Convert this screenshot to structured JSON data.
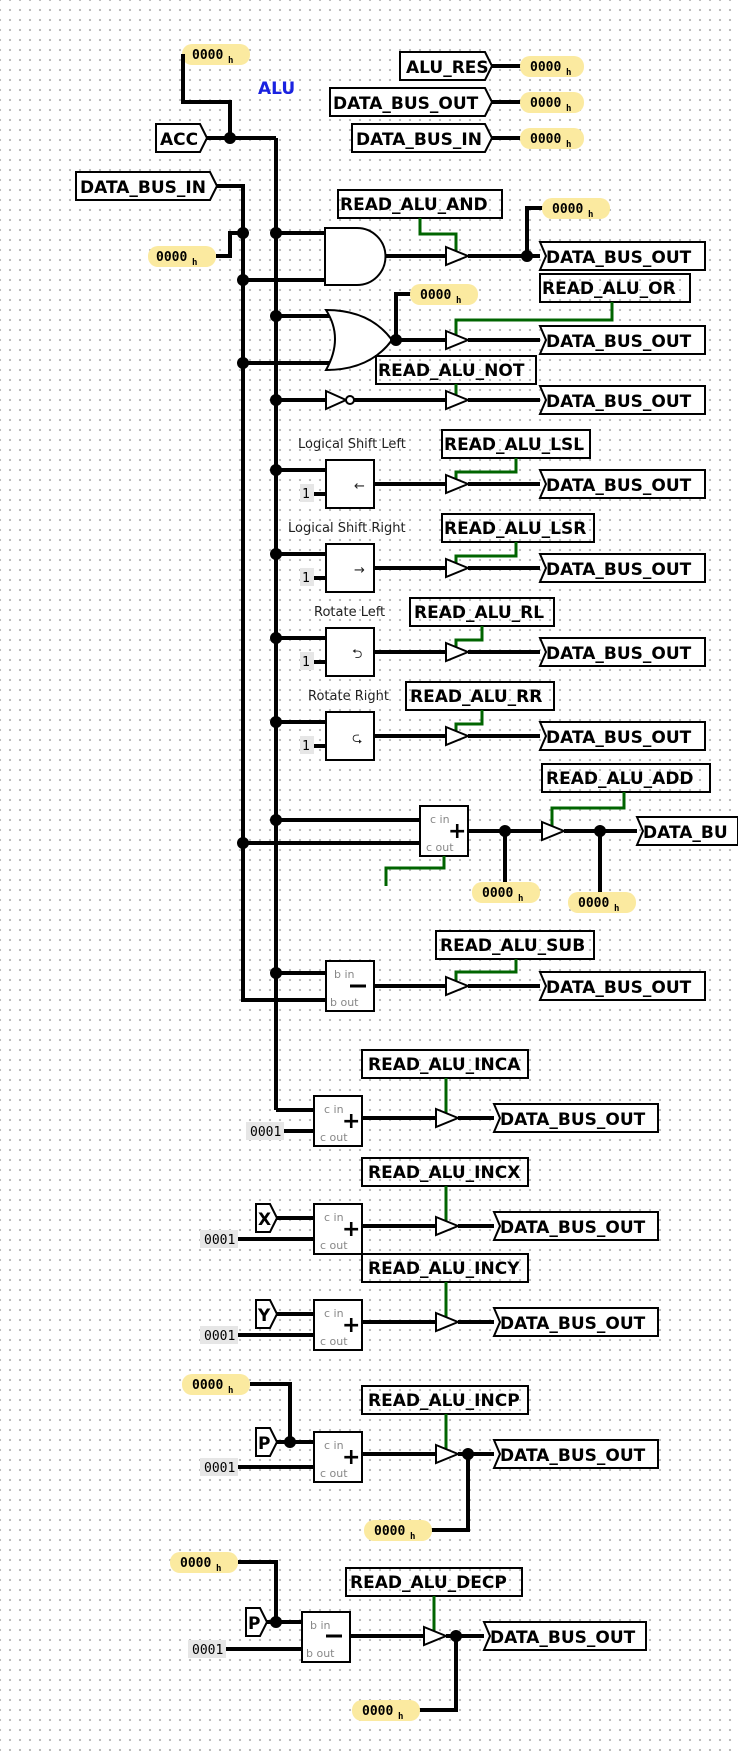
{
  "title": "ALU",
  "outputs": [
    {
      "name": "ALU_RES",
      "probe": "0000",
      "probe_sub": "h"
    },
    {
      "name": "DATA_BUS_OUT",
      "probe": "0000",
      "probe_sub": "h"
    },
    {
      "name": "DATA_BUS_IN",
      "probe": "0000",
      "probe_sub": "h"
    }
  ],
  "inputs": {
    "acc": "ACC",
    "acc_probe": "0000",
    "data_bus_in": "DATA_BUS_IN",
    "data_bus_in_probe": "0000",
    "x": "X",
    "y": "Y",
    "p": "P",
    "probe_sub": "h"
  },
  "rows": [
    {
      "id": "and",
      "read": "READ_ALU_AND",
      "out": "DATA_BUS_OUT",
      "probe": "0000",
      "probe2": "0000"
    },
    {
      "id": "or",
      "read": "READ_ALU_OR",
      "out": "DATA_BUS_OUT"
    },
    {
      "id": "not",
      "read": "READ_ALU_NOT",
      "out": "DATA_BUS_OUT"
    },
    {
      "id": "lsl",
      "caption": "Logical Shift Left",
      "read": "READ_ALU_LSL",
      "out": "DATA_BUS_OUT",
      "const": "1",
      "glyph": "←"
    },
    {
      "id": "lsr",
      "caption": "Logical Shift Right",
      "read": "READ_ALU_LSR",
      "out": "DATA_BUS_OUT",
      "const": "1",
      "glyph": "→"
    },
    {
      "id": "rl",
      "caption": "Rotate Left",
      "read": "READ_ALU_RL",
      "out": "DATA_BUS_OUT",
      "const": "1",
      "glyph": "⮌"
    },
    {
      "id": "rr",
      "caption": "Rotate Right",
      "read": "READ_ALU_RR",
      "out": "DATA_BUS_OUT",
      "const": "1",
      "glyph": "⮎"
    },
    {
      "id": "add",
      "read": "READ_ALU_ADD",
      "out": "DATA_BU",
      "probe": "0000",
      "probe2": "0000"
    },
    {
      "id": "sub",
      "read": "READ_ALU_SUB",
      "out": "DATA_BUS_OUT"
    },
    {
      "id": "inca",
      "read": "READ_ALU_INCA",
      "out": "DATA_BUS_OUT",
      "const": "0001"
    },
    {
      "id": "incx",
      "read": "READ_ALU_INCX",
      "out": "DATA_BUS_OUT",
      "const": "0001"
    },
    {
      "id": "incy",
      "read": "READ_ALU_INCY",
      "out": "DATA_BUS_OUT",
      "const": "0001"
    },
    {
      "id": "incp",
      "read": "READ_ALU_INCP",
      "out": "DATA_BUS_OUT",
      "const": "0001",
      "probe": "0000",
      "probe2": "0000"
    },
    {
      "id": "decp",
      "read": "READ_ALU_DECP",
      "out": "DATA_BUS_OUT",
      "const": "0001",
      "probe": "0000",
      "probe2": "0000"
    }
  ],
  "pins": {
    "cin": "c in",
    "cout": "c out",
    "bin": "b in",
    "bout": "b out"
  },
  "colors": {
    "wire": "#000000",
    "control_wire": "#006400",
    "probe_fill": "#fbeaa0",
    "title": "#1a22e0"
  }
}
